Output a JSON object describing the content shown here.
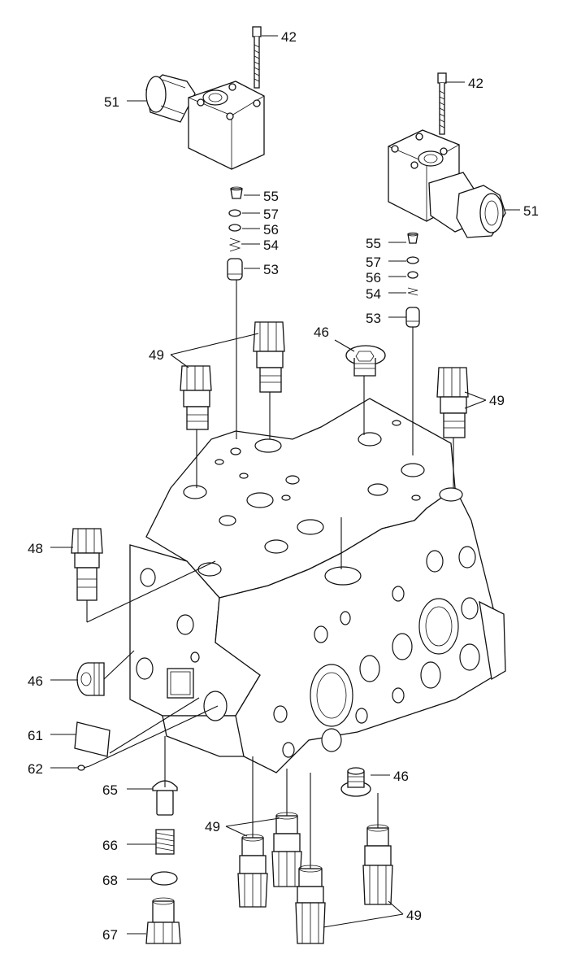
{
  "callouts": [
    {
      "id": "c42a",
      "text": "42"
    },
    {
      "id": "c51a",
      "text": "51"
    },
    {
      "id": "c42b",
      "text": "42"
    },
    {
      "id": "c51b",
      "text": "51"
    },
    {
      "id": "c55a",
      "text": "55"
    },
    {
      "id": "c57a",
      "text": "57"
    },
    {
      "id": "c56a",
      "text": "56"
    },
    {
      "id": "c54a",
      "text": "54"
    },
    {
      "id": "c53a",
      "text": "53"
    },
    {
      "id": "c55b",
      "text": "55"
    },
    {
      "id": "c57b",
      "text": "57"
    },
    {
      "id": "c56b",
      "text": "56"
    },
    {
      "id": "c54b",
      "text": "54"
    },
    {
      "id": "c53b",
      "text": "53"
    },
    {
      "id": "c46a",
      "text": "46"
    },
    {
      "id": "c49a",
      "text": "49"
    },
    {
      "id": "c49b",
      "text": "49"
    },
    {
      "id": "c48",
      "text": "48"
    },
    {
      "id": "c46b",
      "text": "46"
    },
    {
      "id": "c61",
      "text": "61"
    },
    {
      "id": "c62",
      "text": "62"
    },
    {
      "id": "c46c",
      "text": "46"
    },
    {
      "id": "c65",
      "text": "65"
    },
    {
      "id": "c49c",
      "text": "49"
    },
    {
      "id": "c66",
      "text": "66"
    },
    {
      "id": "c68",
      "text": "68"
    },
    {
      "id": "c67",
      "text": "67"
    },
    {
      "id": "c49d",
      "text": "49"
    }
  ]
}
